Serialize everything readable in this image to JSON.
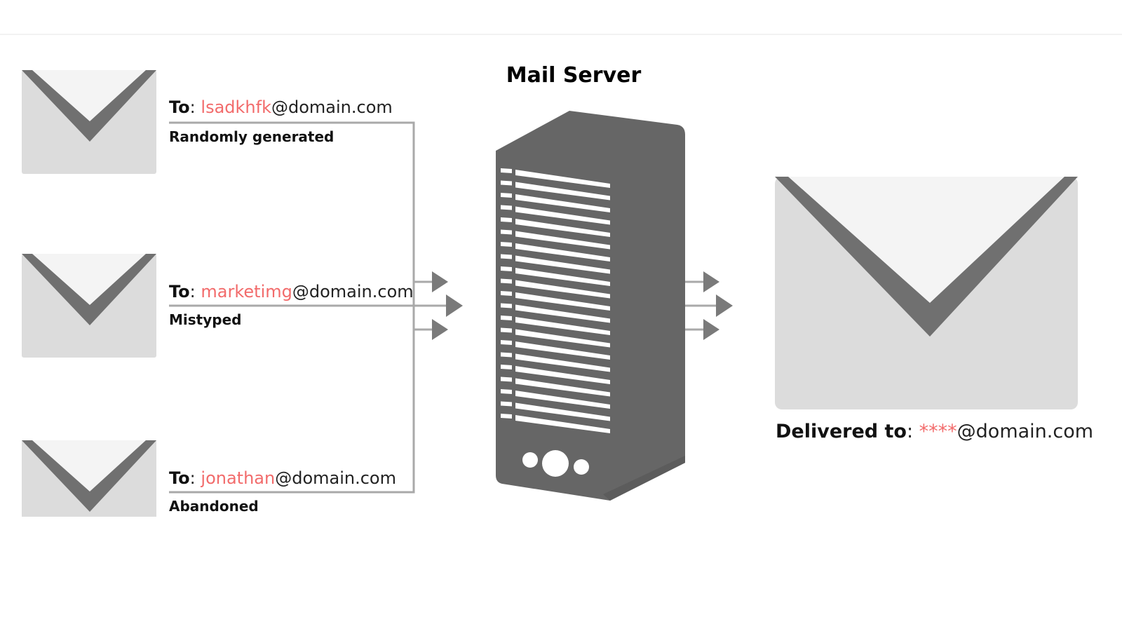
{
  "title": "Mail Server",
  "senders": [
    {
      "to_label": "To",
      "colon": ":",
      "local": "lsadkhfk",
      "domain": "@domain.com",
      "caption": "Randomly generated"
    },
    {
      "to_label": "To",
      "colon": ":",
      "local": "marketimg",
      "domain": "@domain.com",
      "caption": "Mistyped"
    },
    {
      "to_label": "To",
      "colon": ":",
      "local": "jonathan",
      "domain": "@domain.com",
      "caption": "Abandoned"
    }
  ],
  "delivered": {
    "label": "Delivered to",
    "colon": ":",
    "local": "****",
    "domain": "@domain.com"
  },
  "icons": [
    "envelope-icon",
    "mail-server-icon",
    "arrow-icon"
  ],
  "colors": {
    "accent_red": "#f26b6b",
    "server_gray": "#666666",
    "envelope_body": "#dcdcdc",
    "envelope_flap": "#f4f4f4",
    "envelope_v": "#707070",
    "line_gray": "#a9a9a9"
  }
}
